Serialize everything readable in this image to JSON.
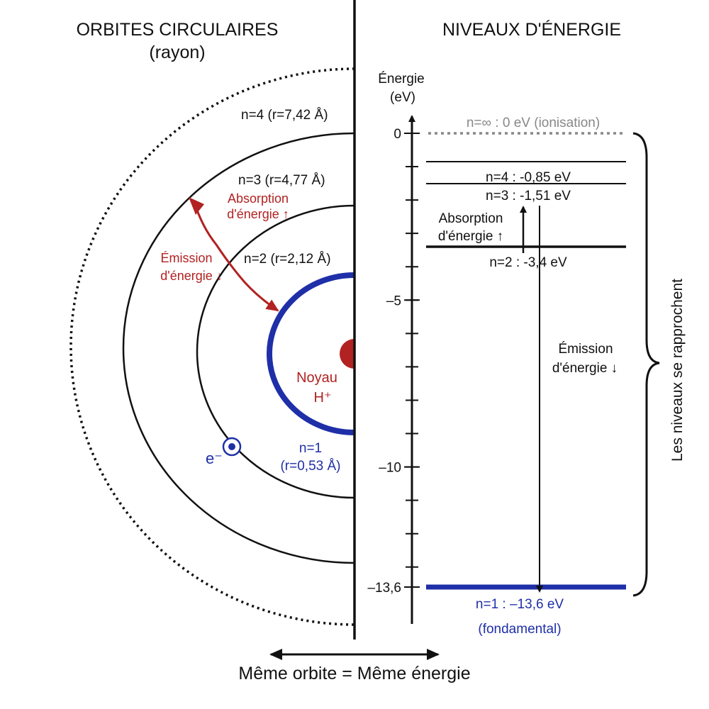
{
  "colors": {
    "ink": "#111111",
    "red": "#b22222",
    "blue": "#1f2fa8",
    "gray": "#888888",
    "white": "#ffffff"
  },
  "left": {
    "title": "ORBITES CIRCULAIRES",
    "subtitle": "(rayon)",
    "orbit_n4": "n=4 (r=7,42 Å)",
    "orbit_n3": "n=3 (r=4,77 Å)",
    "orbit_n2": "n=2 (r=2,12 Å)",
    "orbit_n1_line1": "n=1",
    "orbit_n1_line2": "(r=0,53 Å)",
    "absorption_line1": "Absorption",
    "absorption_line2": "d'énergie ↑",
    "emission_line1": "Émission",
    "emission_line2": "d'énergie ↓",
    "nucleus_line1": "Noyau",
    "nucleus_line2": "H⁺",
    "electron": "e⁻"
  },
  "right": {
    "title": "NIVEAUX D'ÉNERGIE",
    "axis_label_line1": "Énergie",
    "axis_label_line2": "(eV)",
    "ticks": [
      {
        "label": "0",
        "value": 0
      },
      {
        "label": "–5",
        "value": -5
      },
      {
        "label": "–10",
        "value": -10
      },
      {
        "label": "–13,6",
        "value": -13.6
      }
    ],
    "levels": [
      {
        "label": "n=∞ : 0 eV (ionisation)",
        "energy": 0,
        "style": "dotted"
      },
      {
        "label": "n=4 : -0,85 eV",
        "energy": -0.85,
        "style": "thin"
      },
      {
        "label": "n=3 : -1,51 eV",
        "energy": -1.51,
        "style": "thin"
      },
      {
        "label": "n=2 : -3,4 eV",
        "energy": -3.4,
        "style": "thick"
      },
      {
        "label": "n=1 : –13,6 eV",
        "energy": -13.6,
        "style": "ground"
      }
    ],
    "ground_note": "(fondamental)",
    "absorption_line1": "Absorption",
    "absorption_line2": "d'énergie ↑",
    "emission_line1": "Émission",
    "emission_line2": "d'énergie ↓",
    "brace_label": "Les niveaux se rapprochent"
  },
  "bottom": {
    "caption": "Même orbite = Même énergie"
  }
}
